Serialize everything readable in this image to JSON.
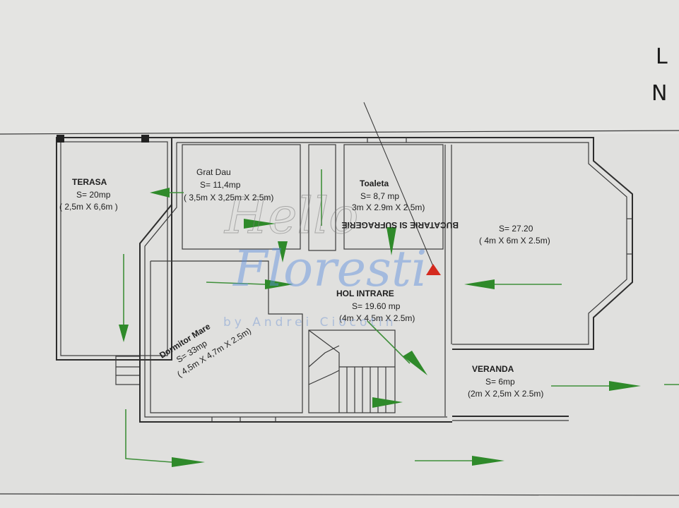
{
  "compass": {
    "top": "L",
    "bottom": "N"
  },
  "watermark": {
    "line1": "Hello",
    "line2": "Floresti",
    "line3": "by Andrei Ciocotin"
  },
  "rooms": {
    "terasa": {
      "name": "TERASA",
      "area": "S= 20mp",
      "dims": "( 2,5m X 6,6m )"
    },
    "room_tl": {
      "name": "Grat    Dau",
      "area": "S= 11,4mp",
      "dims": "( 3,5m X 3,25m X 2.5m)"
    },
    "toaleta": {
      "name": "Toaleta",
      "area": "S= 8,7 mp",
      "dims": "3m X 2.9m X 2.5m)"
    },
    "living": {
      "name": "BUCATARIE SI SUFRAGERIE",
      "area": "S= 27.20",
      "dims": "( 4m X 6m X 2.5m)"
    },
    "hol": {
      "name": "HOL INTRARE",
      "area": "S= 19.60 mp",
      "dims": "(4m X 4,5m X 2.5m)"
    },
    "room_bl": {
      "name": "Dormitor Mare",
      "area": "S= 33mp",
      "dims": "( 4,5m X 4,7m X 2.5m)"
    },
    "veranda": {
      "name": "VERANDA",
      "area": "S= 6mp",
      "dims": "(2m X 2,5m X 2.5m)"
    }
  },
  "colors": {
    "arrow": "#2f8a2a",
    "entry_marker": "#d42a1e",
    "wall": "#2d2d2d",
    "paper": "#e4e4e2"
  }
}
